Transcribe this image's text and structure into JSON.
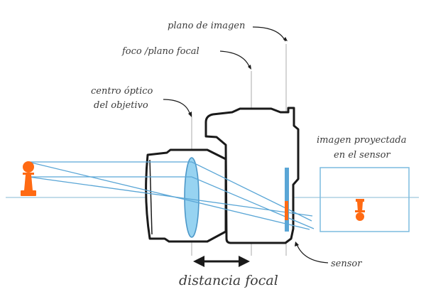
{
  "labels": {
    "image_plane": "plano de imagen",
    "focal_plane": "foco /plano focal",
    "optical_center_line1": "centro óptico",
    "optical_center_line2": "del objetivo",
    "projected_line1": "imagen proyectada",
    "projected_line2": "en el sensor",
    "sensor": "sensor",
    "focal_length": "distancia focal"
  },
  "colors": {
    "ray": "#5aa6d6",
    "lens_fill": "#8fd0f0",
    "lens_stroke": "#3d8fc4",
    "sensor": "#5aa6d6",
    "subject": "#ff6a13",
    "outline": "#1a1a1a",
    "guide": "#b9b9b9",
    "label": "#3a3a3a"
  },
  "icons": {
    "subject": "chess-pawn-icon",
    "projected_subject": "inverted-chess-pawn-icon"
  }
}
